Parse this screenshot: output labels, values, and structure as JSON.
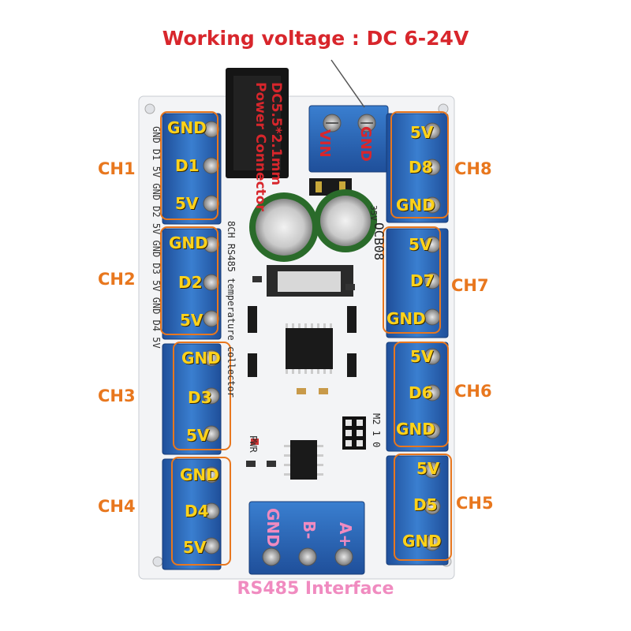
{
  "header": {
    "working_voltage": "Working voltage :   DC 6-24V"
  },
  "power_connector": {
    "line1": "DC5.5*2.1mm",
    "line2": "Power Connector"
  },
  "vin_terminal": {
    "vin": "VIN",
    "gnd": "GND"
  },
  "rs485": {
    "title": "RS485 Interface",
    "gnd": "GND",
    "b": "B-",
    "a": "A+"
  },
  "board": {
    "model_silk": "OCB08",
    "desc_silk": "8CH RS485 temperature collector",
    "pwr_silk": "PWR",
    "m_silk": "M2 1 0",
    "cap_silk": "35V",
    "left_silk": "GND D1 5V GND D2 5V GND D3 5V GND D4 5V"
  },
  "channels_left": [
    {
      "name": "CH1",
      "pins": [
        "GND",
        "D1",
        "5V"
      ]
    },
    {
      "name": "CH2",
      "pins": [
        "GND",
        "D2",
        "5V"
      ]
    },
    {
      "name": "CH3",
      "pins": [
        "GND",
        "D3",
        "5V"
      ]
    },
    {
      "name": "CH4",
      "pins": [
        "GND",
        "D4",
        "5V"
      ]
    }
  ],
  "channels_right": [
    {
      "name": "CH8",
      "pins": [
        "5V",
        "D8",
        "GND"
      ]
    },
    {
      "name": "CH7",
      "pins": [
        "5V",
        "D7",
        "GND"
      ]
    },
    {
      "name": "CH6",
      "pins": [
        "5V",
        "D6",
        "GND"
      ]
    },
    {
      "name": "CH5",
      "pins": [
        "5V",
        "D5",
        "GND"
      ]
    }
  ],
  "colors": {
    "pcb": "#f3f4f6",
    "terminal": "#2f6fc0",
    "annotation_red": "#d8262c",
    "channel_orange": "#e8771e",
    "pin_yellow": "#ffd21a",
    "rs485_pink": "#f08bc0"
  }
}
